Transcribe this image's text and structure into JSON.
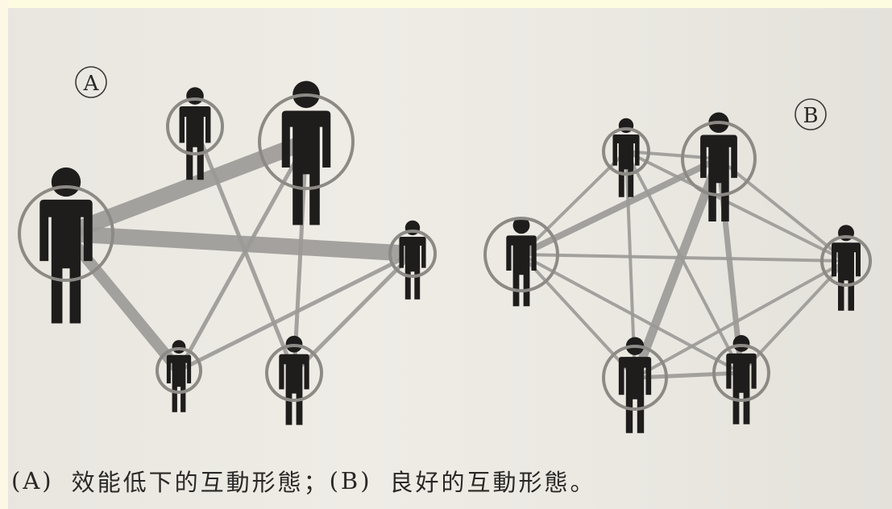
{
  "diagram": {
    "label_a": "A",
    "label_b": "B"
  },
  "caption": {
    "part_a_label": "(A)",
    "part_a_text": "效能低下的互動形態；",
    "part_b_label": "(B)",
    "part_b_text": "良好的互動形態。"
  },
  "colors": {
    "figure": "#1f1d1c",
    "link": "#9c9a97",
    "ring": "#8d8a86",
    "background": "#ece9e3"
  },
  "icons": {
    "person": "person-icon"
  }
}
